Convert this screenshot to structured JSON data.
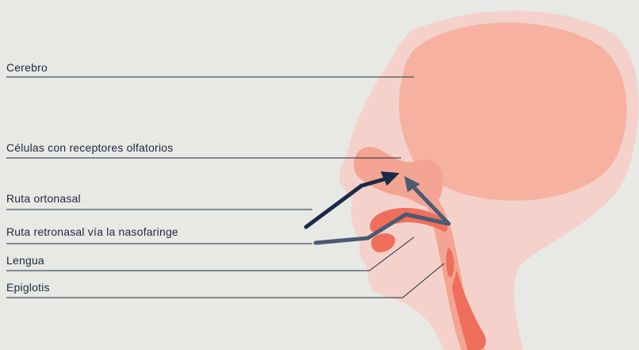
{
  "labels": {
    "cerebro": "Cerebro",
    "celulas": "Células con receptores olfatorios",
    "ortonasal": "Ruta ortonasal",
    "retronasal": "Ruta retronasal vía la nasofaringe",
    "lengua": "Lengua",
    "epiglotis": "Epiglotis"
  },
  "colors": {
    "background": "#e8e8e4",
    "head": "#f4d2cb",
    "brain": "#f6b1a0",
    "nasal": "#f4a492",
    "tongue": "#ef6f5c",
    "orthonasal_arrow": "#1a2b47",
    "retronasal_arrow": "#4b5a73",
    "leader_line": "#1d2a3f"
  }
}
